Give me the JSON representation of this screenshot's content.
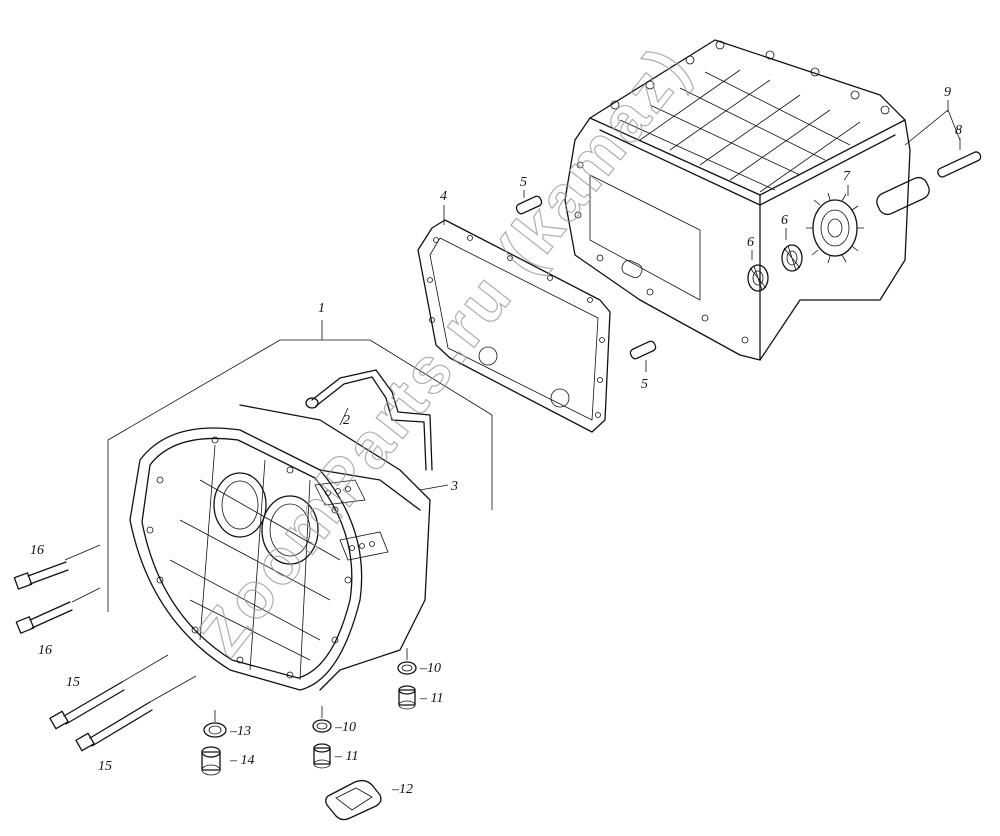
{
  "watermark": "ZoomParts.ru (kamaz)",
  "callouts": {
    "c1": "1",
    "c2": "2",
    "c3": "3",
    "c4": "4",
    "c5a": "5",
    "c5b": "5",
    "c6a": "6",
    "c6b": "6",
    "c7": "7",
    "c8": "8",
    "c9": "9",
    "c10a": "–10",
    "c10b": "–10",
    "c11a": "– 11",
    "c11b": "– 11",
    "c12": "–12",
    "c13": "–13",
    "c14": "– 14",
    "c15a": "15",
    "c15b": "15",
    "c16a": "16",
    "c16b": "16"
  }
}
